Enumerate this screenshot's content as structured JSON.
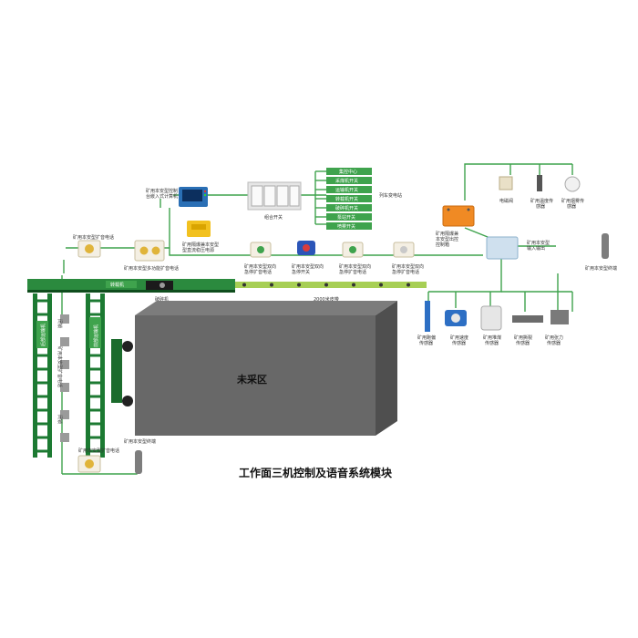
{
  "title": "工作面三机控制及语音系统模块",
  "area_label": "未采区",
  "belt_label": "2000米皮带",
  "transfer_label": "转载机",
  "crusher_label": "破碎机",
  "rear_conveyor": "后部运输机",
  "front_conveyor": "前部运输机",
  "computer_label": "矿用本安型控制台嵌入式计算机",
  "power_label": "矿用隔爆兼本安型直流稳压电源",
  "combo_switch_label": "组合开关",
  "train_phone_label": "列车变电站",
  "center_label": "集控中心",
  "switches": [
    "采煤机开关",
    "运输机开关",
    "转载机开关",
    "破碎机开关",
    "泵站开关",
    "喷雾开关"
  ],
  "speaker_left_top": "矿用本安型扩音电话",
  "multi_speaker": "矿用本安型多功能扩音电话",
  "estop_speaker_1": "矿用本安型双向急停扩音电话",
  "estop_switch": "矿用本安型双向急停开关",
  "estop_speaker_2": "矿用本安型双向急停扩音电话",
  "estop_speaker_3": "矿用本安型双向急停扩音电话",
  "control_box": "矿用隔爆兼本安型出控制箱",
  "io_box": "矿用本安型输入输出",
  "valve_label": "电磁阀",
  "temp_sensor": "矿用温度传感器",
  "smoke_sensor": "矿用烟雾传感器",
  "terminal_right": "矿用本安型终端",
  "sensors_bottom": [
    "矿用跑偏传感器",
    "矿用速度传感器",
    "矿用堆煤传感器",
    "矿用撕裂传感器",
    "矿用张力传感器"
  ],
  "left_tags": [
    "闭锁",
    "矿用本安型扩音电话",
    "闭锁"
  ],
  "speaker_bottom": "矿用本安型扩音电话",
  "terminal_bottom": "矿用本安型终端",
  "colors": {
    "green": "#3fa34d",
    "dark_green": "#1b6b2c",
    "block": "#5f5f5f",
    "box_face": "#8a8a8a"
  }
}
